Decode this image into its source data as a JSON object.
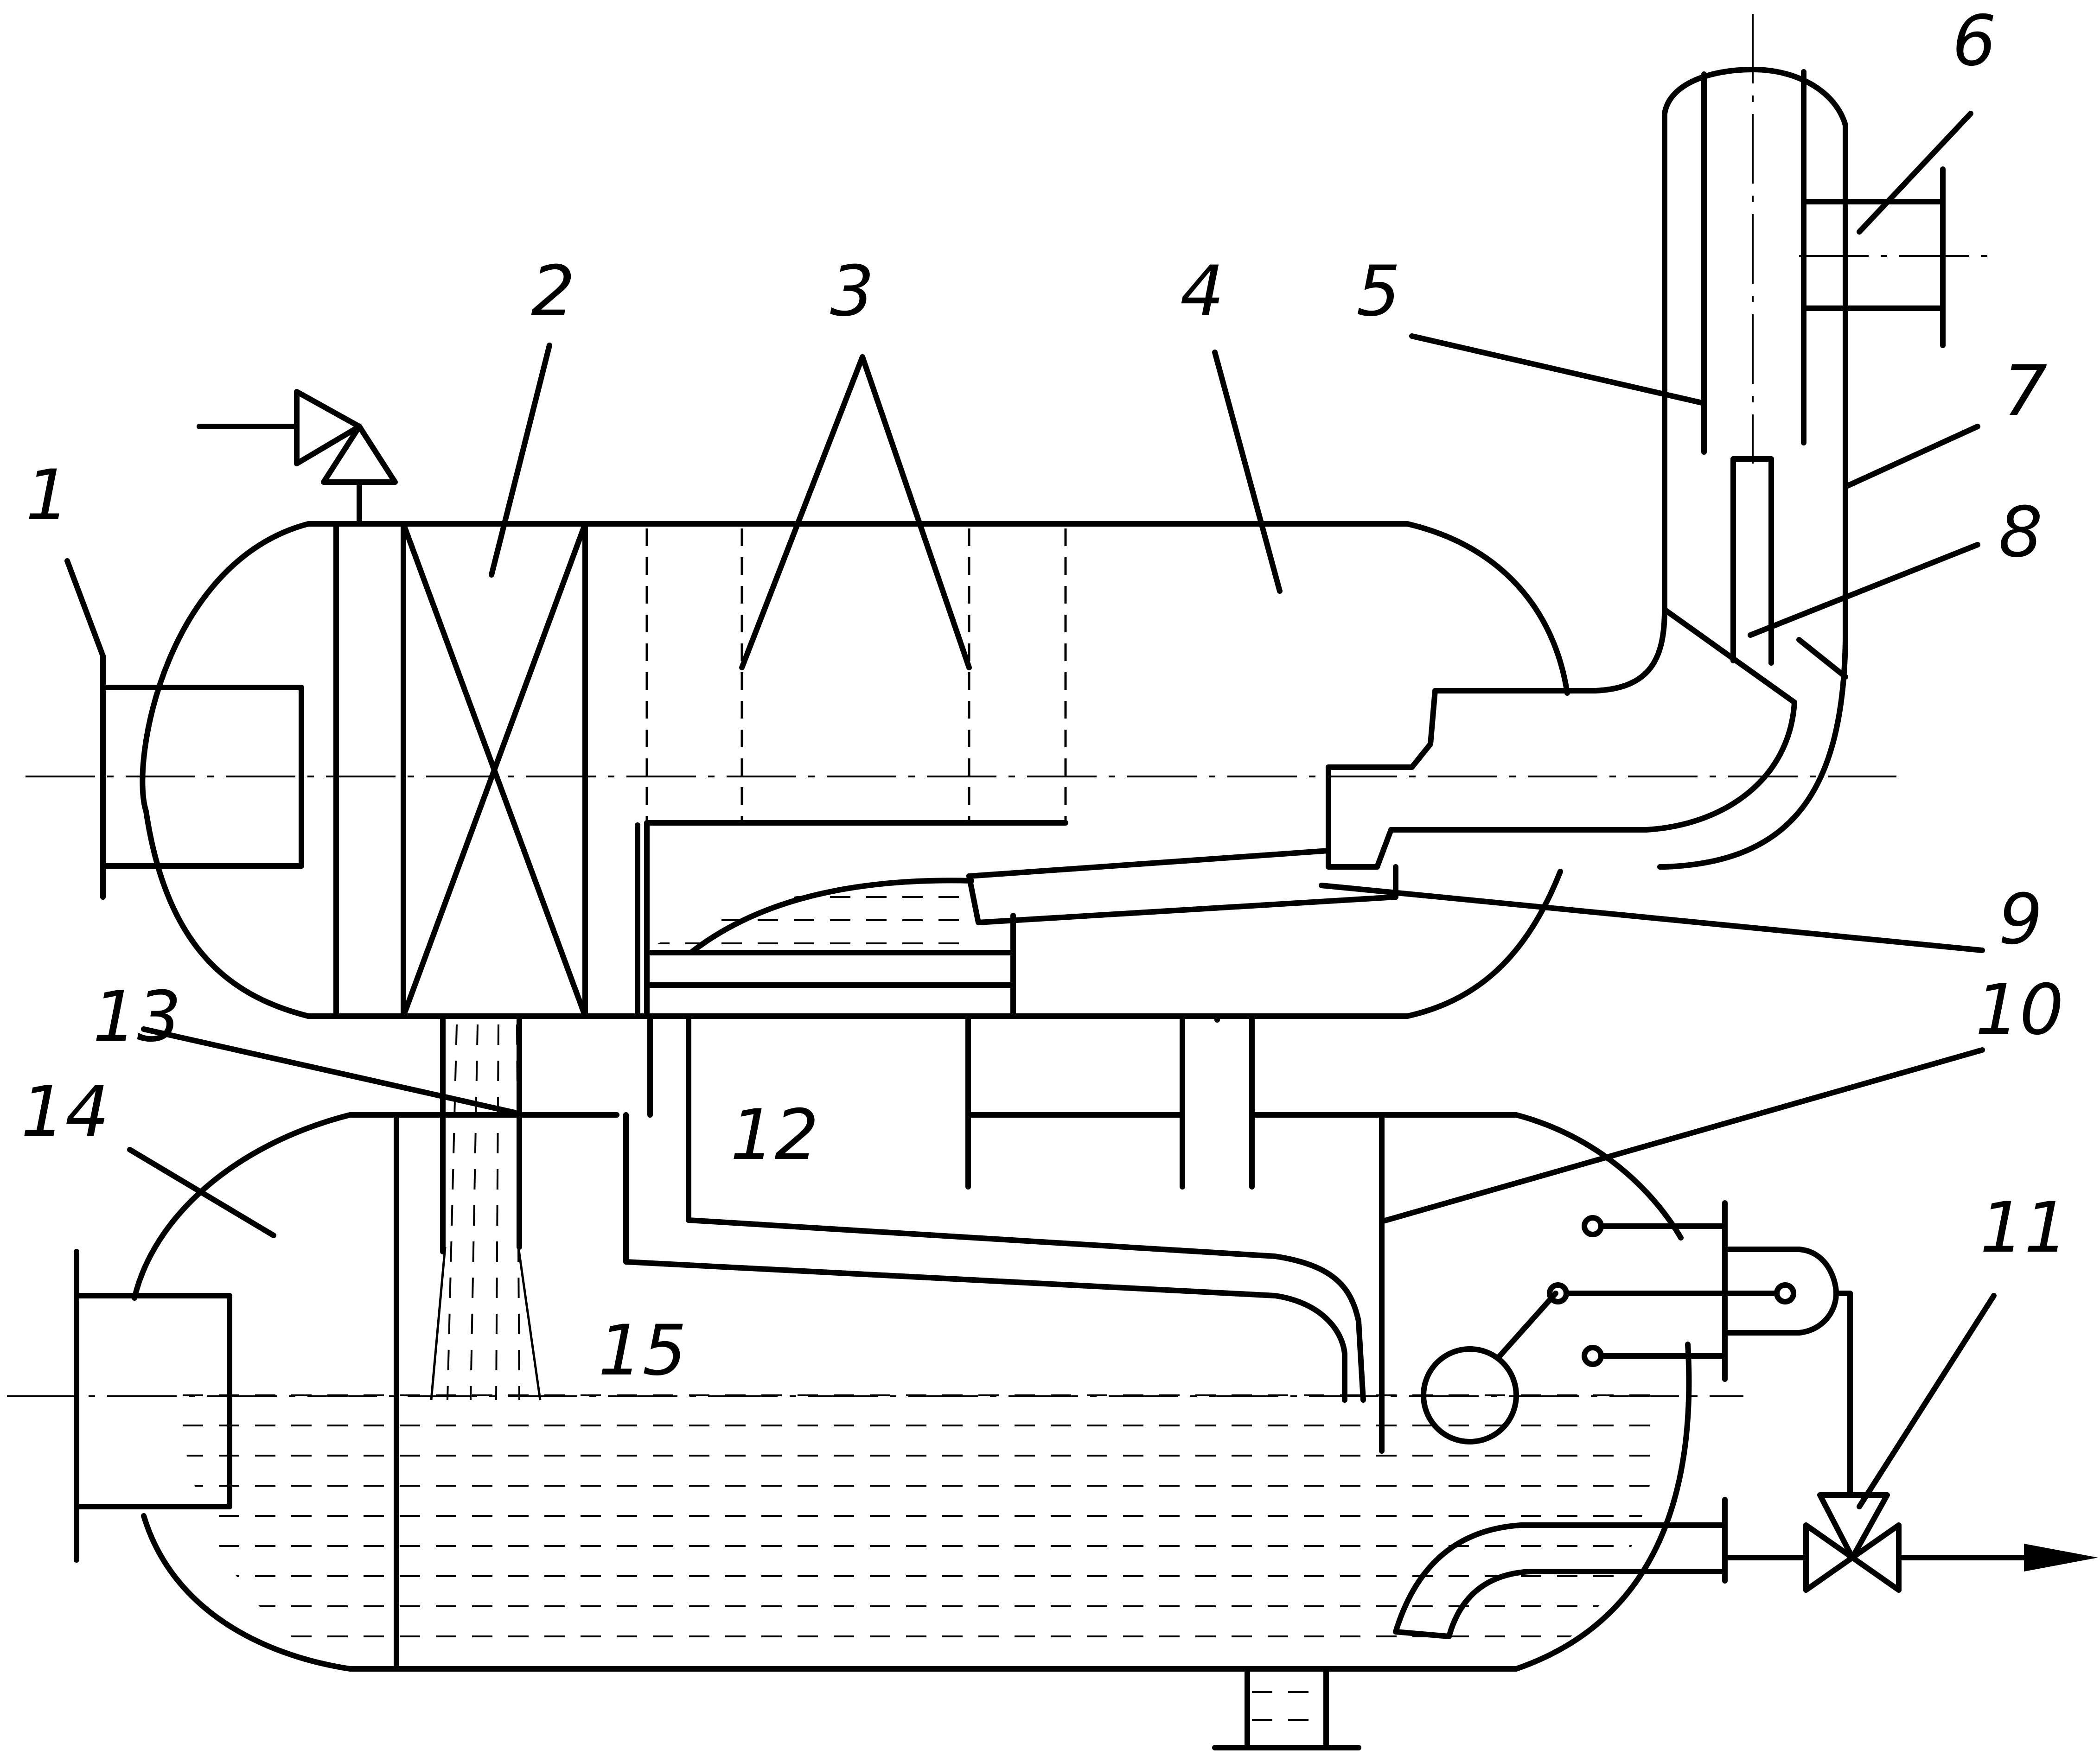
{
  "diagram": {
    "callouts": [
      {
        "id": "c1",
        "text": "1"
      },
      {
        "id": "c2",
        "text": "2"
      },
      {
        "id": "c3",
        "text": "3"
      },
      {
        "id": "c4",
        "text": "4"
      },
      {
        "id": "c5",
        "text": "5"
      },
      {
        "id": "c6",
        "text": "6"
      },
      {
        "id": "c7",
        "text": "7"
      },
      {
        "id": "c8",
        "text": "8"
      },
      {
        "id": "c9",
        "text": "9"
      },
      {
        "id": "c10",
        "text": "10"
      },
      {
        "id": "c11",
        "text": "11"
      },
      {
        "id": "c12",
        "text": "12"
      },
      {
        "id": "c13",
        "text": "13"
      },
      {
        "id": "c14",
        "text": "14"
      },
      {
        "id": "c15",
        "text": "15"
      }
    ]
  }
}
